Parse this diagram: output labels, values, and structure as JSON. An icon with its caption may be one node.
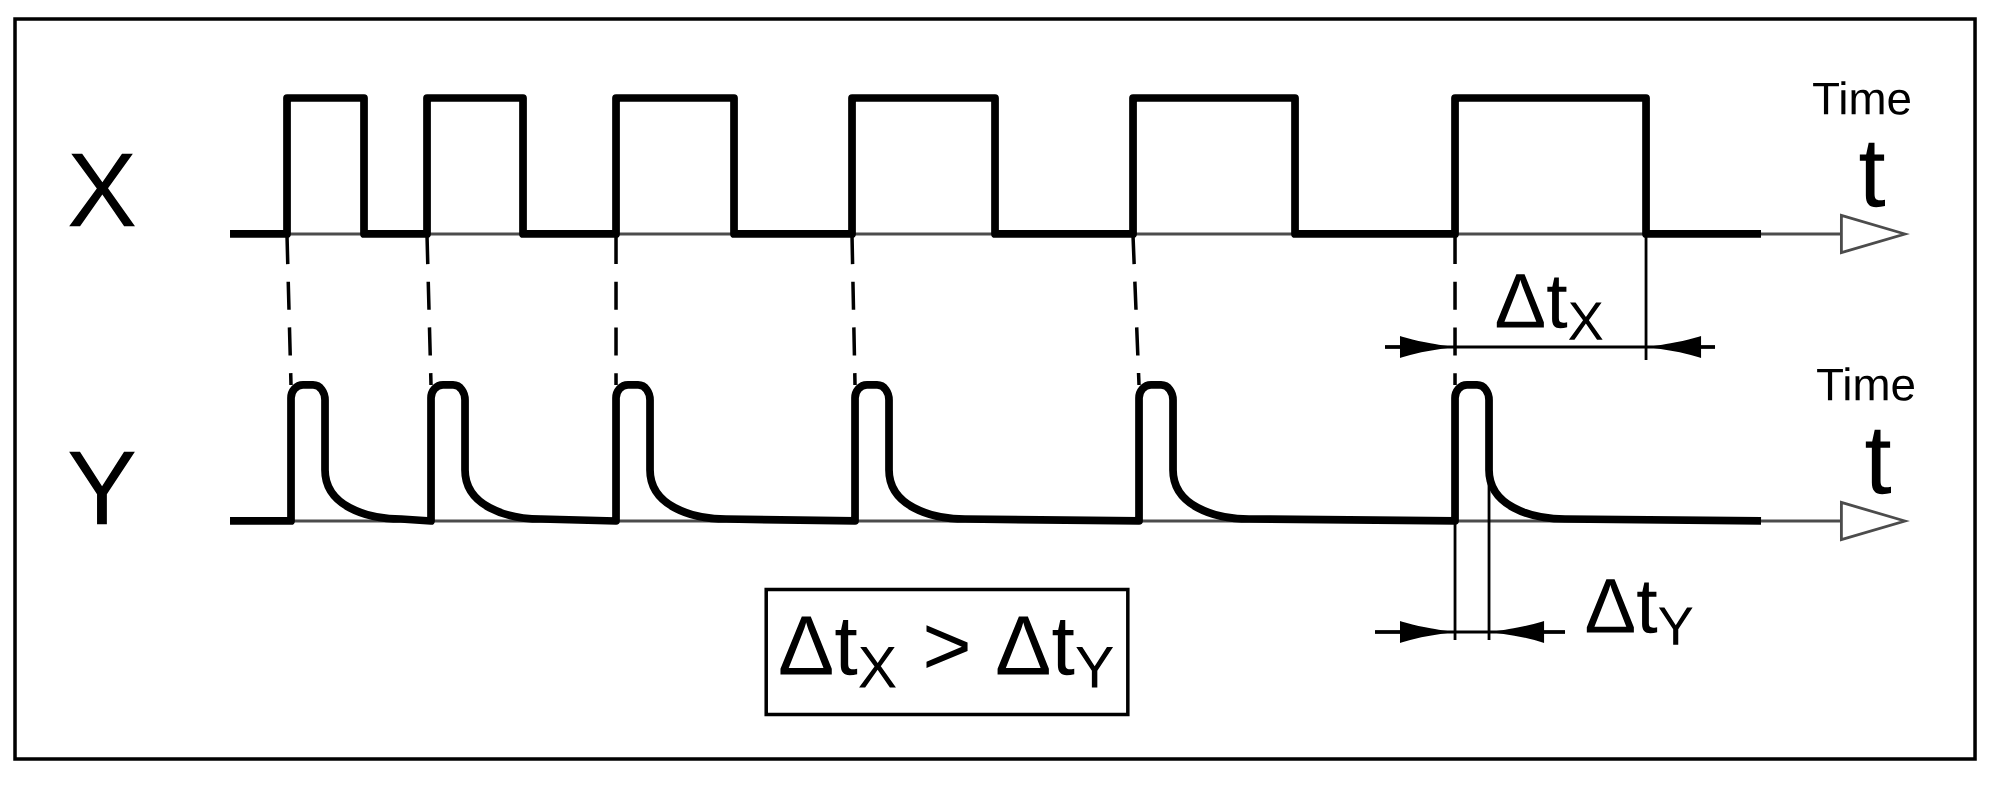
{
  "diagram": {
    "nodes": [
      {
        "text": [
          "Δt$_{X}$ > Δt$_{Y}$"
        ]
      }
    ],
    "labels": [
      "X",
      "Time",
      "t",
      "Δt$_{X}$",
      "Y",
      "Time",
      "t",
      "Δt$_{Y}$"
    ]
  }
}
